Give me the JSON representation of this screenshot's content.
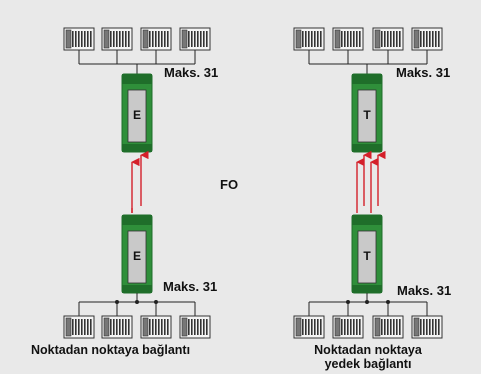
{
  "labels": {
    "fo": "FO",
    "max_left_top": "Maks. 31",
    "max_left_bottom": "Maks. 31",
    "max_right_top": "Maks. 31",
    "max_right_bottom": "Maks. 31",
    "caption_left": "Noktadan noktaya bağlantı",
    "caption_right_line1": "Noktadan noktaya",
    "caption_right_line2": "yedek bağlantı"
  },
  "modules": {
    "left_top": "E",
    "left_bottom": "E",
    "right_top": "T",
    "right_bottom": "T"
  },
  "colors": {
    "module_green": "#2f8f3a",
    "module_dark": "#1f6e2a",
    "inner_gray": "#c9c9c9",
    "arrow_red": "#d4202a",
    "line": "#222222"
  },
  "links": {
    "left_fiber_count": 2,
    "right_fiber_count": 4
  }
}
